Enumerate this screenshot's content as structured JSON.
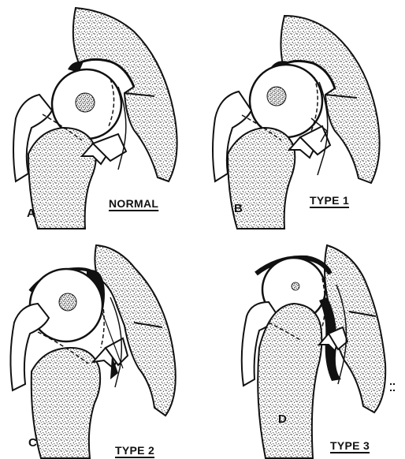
{
  "figure": {
    "panels": [
      {
        "letter": "A",
        "title": "NORMAL"
      },
      {
        "letter": "B",
        "title": "TYPE 1"
      },
      {
        "letter": "C",
        "title": "TYPE 2"
      },
      {
        "letter": "D",
        "title": "TYPE 3"
      }
    ]
  },
  "colors": {
    "ink": "#111111",
    "paper": "#ffffff",
    "stipple": "#1a1a1a"
  }
}
